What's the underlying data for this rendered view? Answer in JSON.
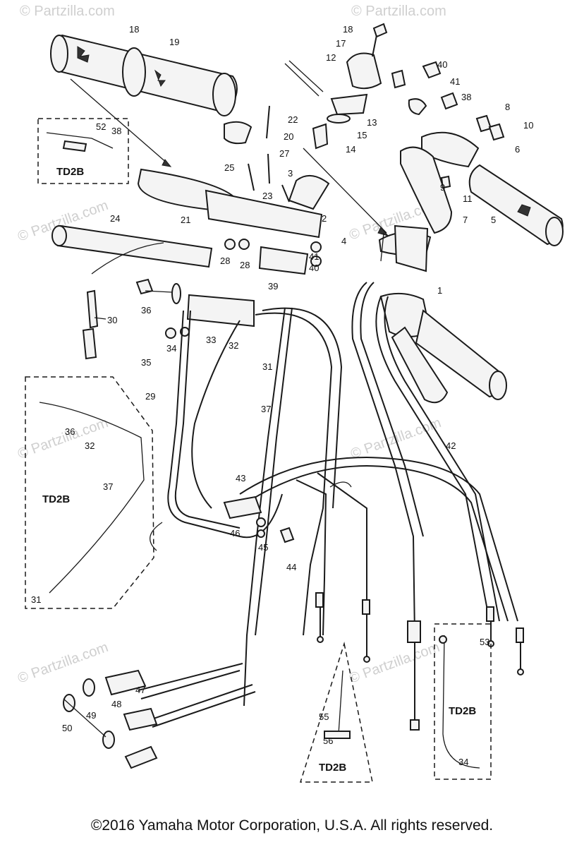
{
  "watermark": {
    "text": "© Partzilla.com"
  },
  "copyright": "©2016 Yamaha Motor Corporation, U.S.A. All rights reserved.",
  "callouts": [
    {
      "id": "c18a",
      "text": "18"
    },
    {
      "id": "c19",
      "text": "19"
    },
    {
      "id": "c18b",
      "text": "18"
    },
    {
      "id": "c17",
      "text": "17"
    },
    {
      "id": "c12",
      "text": "12"
    },
    {
      "id": "c40a",
      "text": "40"
    },
    {
      "id": "c41a",
      "text": "41"
    },
    {
      "id": "c38a",
      "text": "38"
    },
    {
      "id": "c8",
      "text": "8"
    },
    {
      "id": "c10",
      "text": "10"
    },
    {
      "id": "c13",
      "text": "13"
    },
    {
      "id": "c15",
      "text": "15"
    },
    {
      "id": "c14",
      "text": "14"
    },
    {
      "id": "c6",
      "text": "6"
    },
    {
      "id": "c9",
      "text": "9"
    },
    {
      "id": "c11",
      "text": "11"
    },
    {
      "id": "c7",
      "text": "7"
    },
    {
      "id": "c5",
      "text": "5"
    },
    {
      "id": "c22",
      "text": "22"
    },
    {
      "id": "c20",
      "text": "20"
    },
    {
      "id": "c27",
      "text": "27"
    },
    {
      "id": "c25",
      "text": "25"
    },
    {
      "id": "c3",
      "text": "3"
    },
    {
      "id": "c23",
      "text": "23"
    },
    {
      "id": "c21",
      "text": "21"
    },
    {
      "id": "c2",
      "text": "2"
    },
    {
      "id": "c4",
      "text": "4"
    },
    {
      "id": "c24",
      "text": "24"
    },
    {
      "id": "c28a",
      "text": "28"
    },
    {
      "id": "c28b",
      "text": "28"
    },
    {
      "id": "c41b",
      "text": "41"
    },
    {
      "id": "c40b",
      "text": "40"
    },
    {
      "id": "c39",
      "text": "39"
    },
    {
      "id": "c1",
      "text": "1"
    },
    {
      "id": "c52",
      "text": "52"
    },
    {
      "id": "c38b",
      "text": "38"
    },
    {
      "id": "c36",
      "text": "36"
    },
    {
      "id": "c30",
      "text": "30"
    },
    {
      "id": "c35",
      "text": "35"
    },
    {
      "id": "c34",
      "text": "34"
    },
    {
      "id": "c33",
      "text": "33"
    },
    {
      "id": "c32",
      "text": "32"
    },
    {
      "id": "c31",
      "text": "31"
    },
    {
      "id": "c29",
      "text": "29"
    },
    {
      "id": "c37",
      "text": "37"
    },
    {
      "id": "c42",
      "text": "42"
    },
    {
      "id": "c36b",
      "text": "36"
    },
    {
      "id": "c32b",
      "text": "32"
    },
    {
      "id": "c37b",
      "text": "37"
    },
    {
      "id": "c31b",
      "text": "31"
    },
    {
      "id": "c43",
      "text": "43"
    },
    {
      "id": "c46",
      "text": "46"
    },
    {
      "id": "c45",
      "text": "45"
    },
    {
      "id": "c44",
      "text": "44"
    },
    {
      "id": "c47",
      "text": "47"
    },
    {
      "id": "c48",
      "text": "48"
    },
    {
      "id": "c49",
      "text": "49"
    },
    {
      "id": "c50",
      "text": "50"
    },
    {
      "id": "c53",
      "text": "53"
    },
    {
      "id": "c55",
      "text": "55"
    },
    {
      "id": "c56",
      "text": "56"
    },
    {
      "id": "c34b",
      "text": "34"
    }
  ],
  "variant_labels": [
    {
      "id": "td1",
      "text": "TD2B"
    },
    {
      "id": "td2",
      "text": "TD2B"
    },
    {
      "id": "td3",
      "text": "TD2B"
    },
    {
      "id": "td4",
      "text": "TD2B"
    }
  ]
}
